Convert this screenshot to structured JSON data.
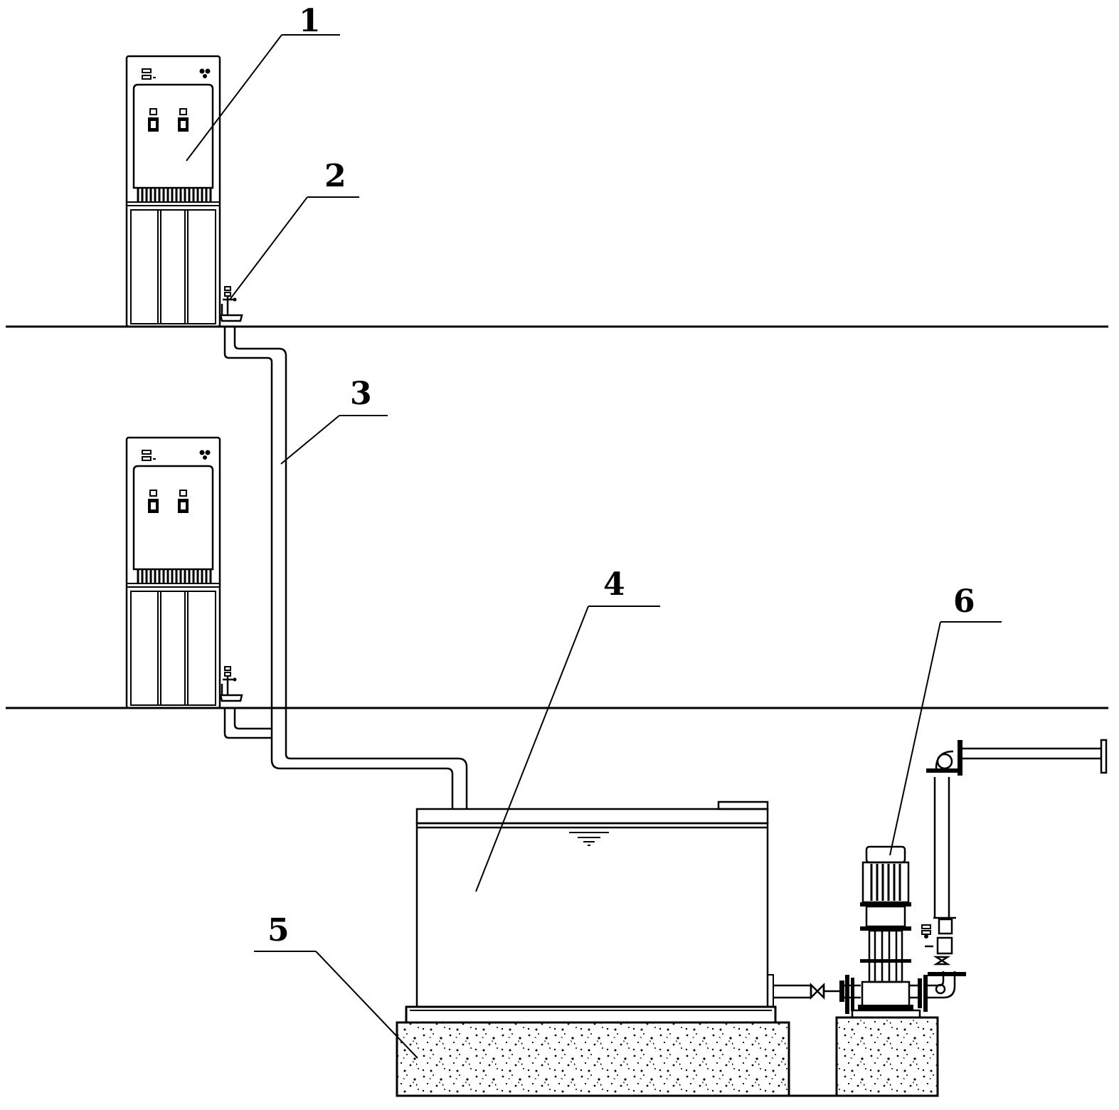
{
  "labels": {
    "dispenser_upper": "1",
    "valve_upper": "2",
    "pipe": "3",
    "tank": "4",
    "foundation": "5",
    "pump": "6"
  },
  "colors": {
    "ink": "#000000",
    "background": "#ffffff"
  }
}
